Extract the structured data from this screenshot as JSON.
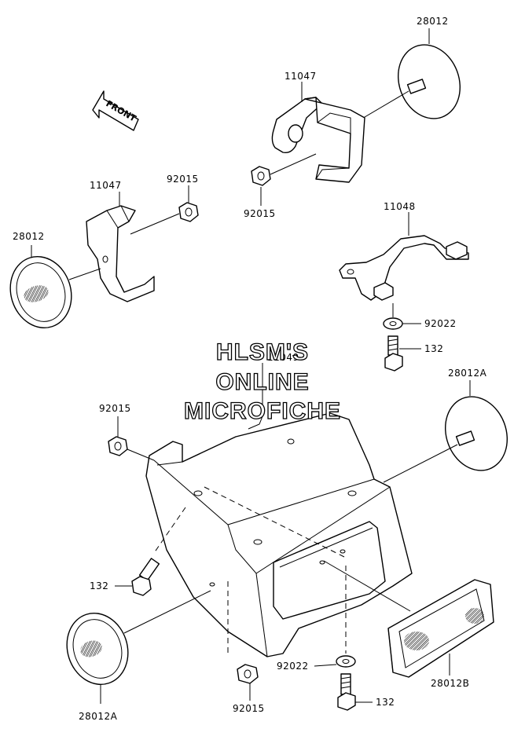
{
  "watermark": {
    "line1": "HLSM'S",
    "line2": "ONLINE",
    "line3": "MICROFICHE"
  },
  "front_arrow": {
    "label": "FRONT"
  },
  "callouts": {
    "c28012_top": "28012",
    "c11047_top": "11047",
    "c92015_top": "92015",
    "c11047_left": "11047",
    "c92015_left": "92015",
    "c28012_left": "28012",
    "c11048": "11048",
    "c92022_right": "92022",
    "c132_right": "132",
    "c11049_hidden": "11049",
    "c28012A_right": "28012A",
    "c92015_mid": "92015",
    "c132_left": "132",
    "c92022_bottom": "92022",
    "c132_bottom": "132",
    "c28012B": "28012B",
    "c92015_bottom": "92015",
    "c28012A_bottom": "28012A"
  }
}
